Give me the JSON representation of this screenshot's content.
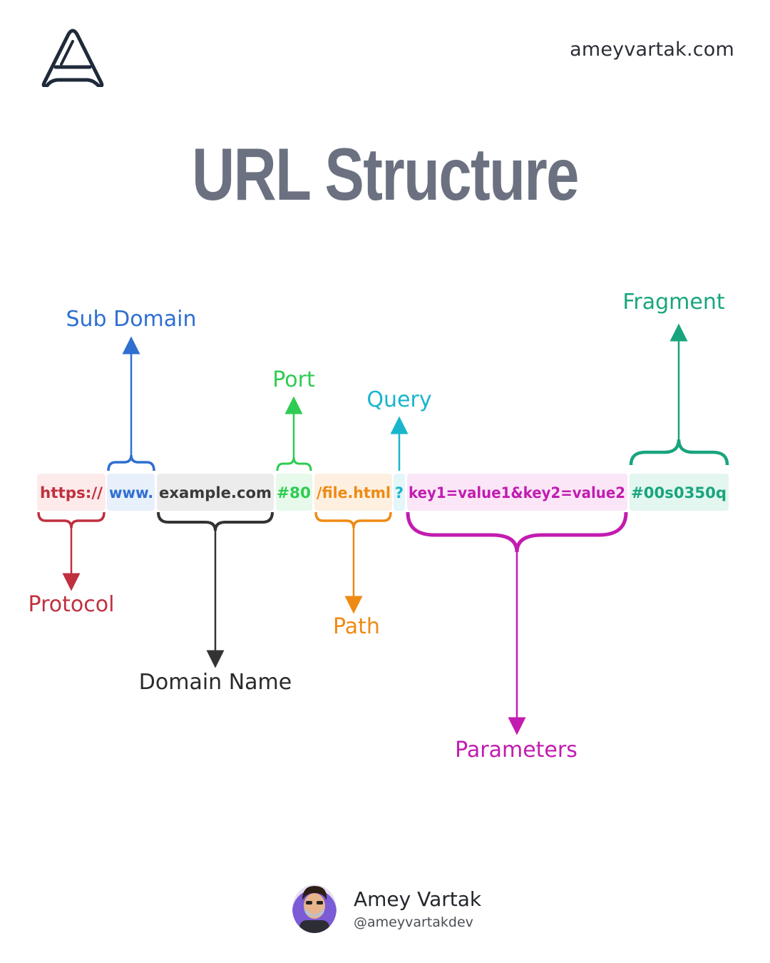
{
  "header": {
    "logo_icon": "a-logo-icon",
    "site_url": "ameyvartak.com"
  },
  "title": "URL Structure",
  "url_segments": [
    {
      "id": "protocol",
      "text": "https://",
      "color": "#c0303f",
      "bg": "#fdeaea"
    },
    {
      "id": "subdomain",
      "text": "www.",
      "color": "#2f6fd0",
      "bg": "#e8f0fb"
    },
    {
      "id": "domain",
      "text": "example.com",
      "color": "#3a3a3a",
      "bg": "#ececec"
    },
    {
      "id": "port",
      "text": "#80",
      "color": "#2ecc52",
      "bg": "#e6f9ea"
    },
    {
      "id": "path",
      "text": "/file.html",
      "color": "#ef8a14",
      "bg": "#fdf0e0"
    },
    {
      "id": "query",
      "text": "?",
      "color": "#19b5cc",
      "bg": "#e3f6f9"
    },
    {
      "id": "params",
      "text": "key1=value1&key2=value2",
      "color": "#c21cb0",
      "bg": "#fbe6f8"
    },
    {
      "id": "fragment",
      "text": "#00s0350q",
      "color": "#18a57e",
      "bg": "#e3f6ef"
    }
  ],
  "labels": {
    "protocol": "Protocol",
    "subdomain": "Sub Domain",
    "domain": "Domain Name",
    "port": "Port",
    "path": "Path",
    "query": "Query",
    "params": "Parameters",
    "fragment": "Fragment"
  },
  "author": {
    "avatar_icon": "avatar-icon",
    "name": "Amey Vartak",
    "handle": "@ameyvartakdev"
  }
}
